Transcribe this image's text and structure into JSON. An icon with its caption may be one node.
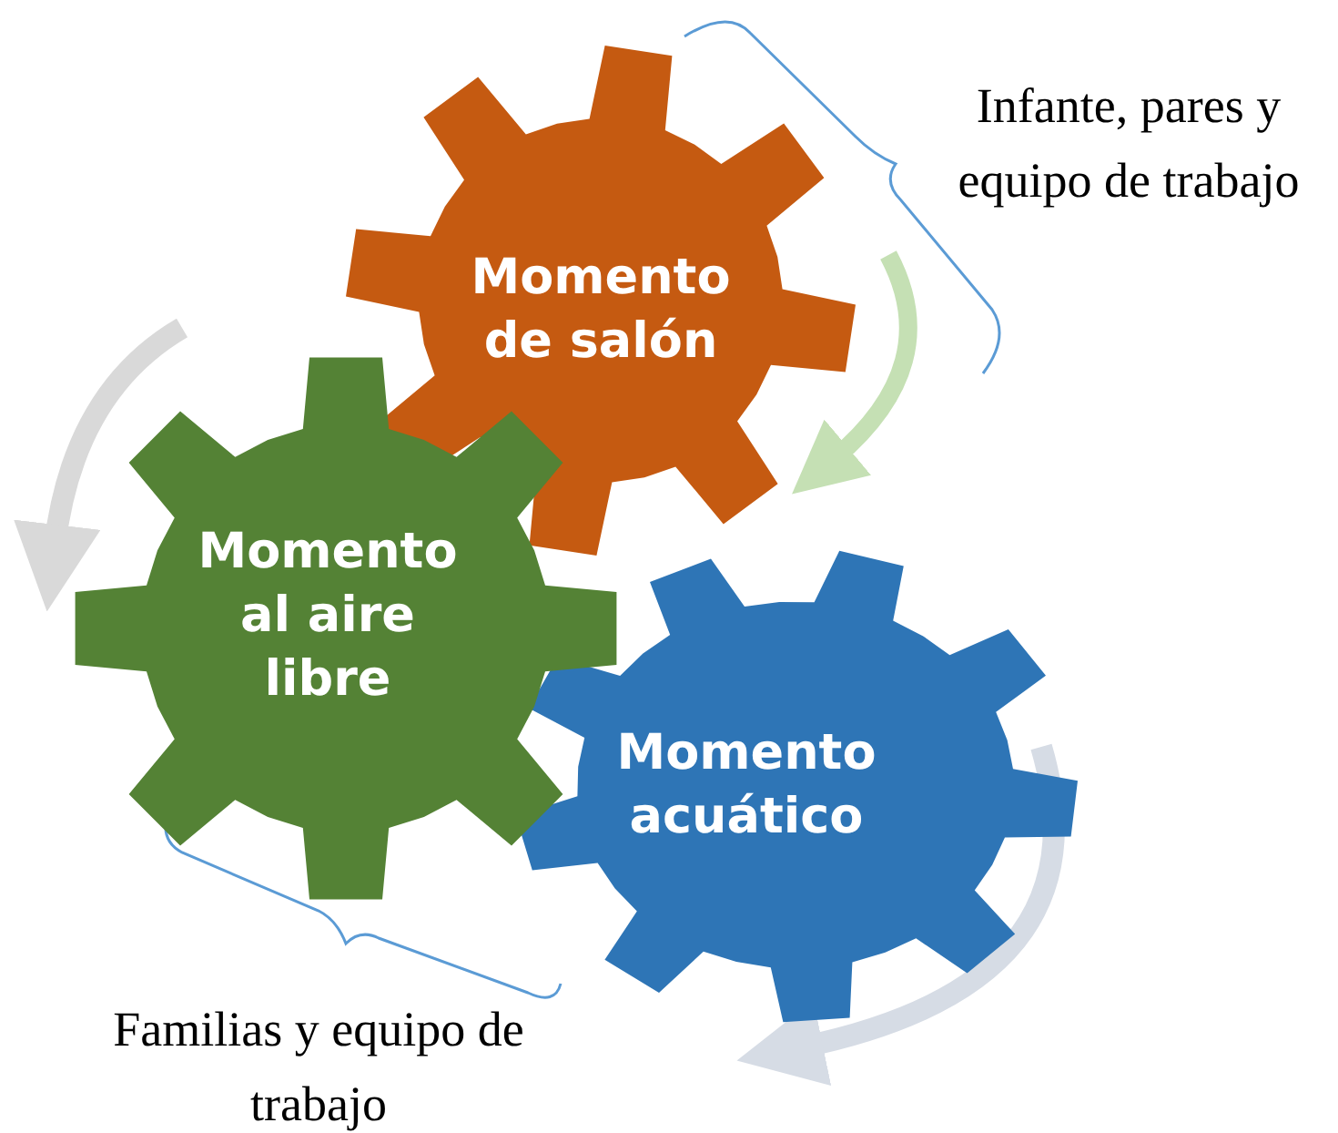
{
  "diagram": {
    "nodes": [
      {
        "text": [
          "Momento de salón"
        ]
      },
      {
        "text": [
          "Momento al aire libre"
        ]
      },
      {
        "text": [
          "Momento acuático"
        ]
      }
    ],
    "labels": [
      "Infante, pares y equipo de trabajo",
      "Familias y equipo de trabajo"
    ]
  }
}
